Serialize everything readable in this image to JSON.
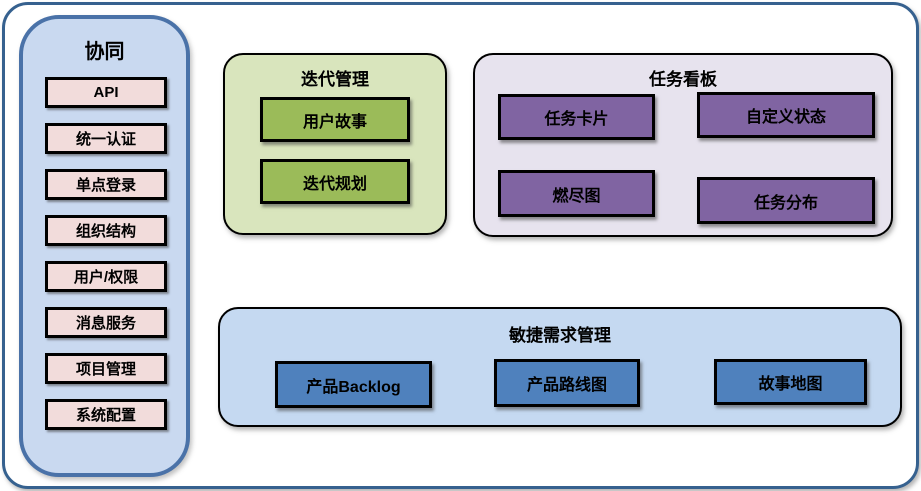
{
  "colors": {
    "outer_border": "#36618f",
    "sidebar_fill": "#c9d9f0",
    "sidebar_border": "#4a72a8",
    "sidebar_item_fill": "#f2dcdb",
    "iteration_fill": "#d9e5bd",
    "iteration_item_fill": "#9bbb59",
    "taskboard_fill": "#e7e3ee",
    "taskboard_item_fill": "#8064a2",
    "agile_fill": "#c5d9f1",
    "agile_item_fill": "#4f81bd",
    "item_border": "#000000",
    "text": "#000000"
  },
  "sidebar": {
    "title": "协同",
    "items": [
      "API",
      "统一认证",
      "单点登录",
      "组织结构",
      "用户/权限",
      "消息服务",
      "项目管理",
      "系统配置"
    ]
  },
  "iteration": {
    "title": "迭代管理",
    "items": [
      "用户故事",
      "迭代规划"
    ]
  },
  "taskboard": {
    "title": "任务看板",
    "items": [
      "任务卡片",
      "自定义状态",
      "燃尽图",
      "任务分布"
    ]
  },
  "agile": {
    "title": "敏捷需求管理",
    "items": [
      "产品Backlog",
      "产品路线图",
      "故事地图"
    ]
  }
}
